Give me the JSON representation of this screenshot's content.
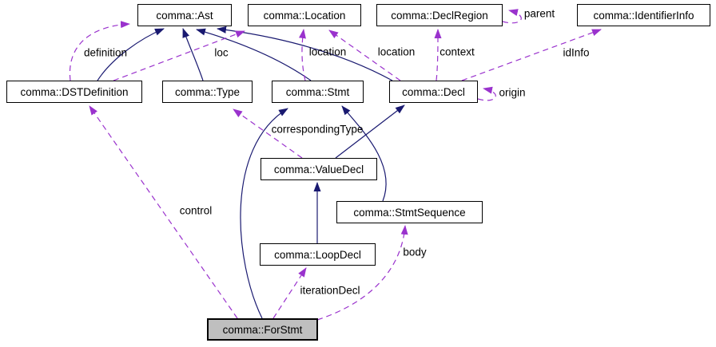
{
  "diagram": {
    "type": "class-collaboration-graph",
    "nodes": {
      "ast": {
        "label": "comma::Ast"
      },
      "location": {
        "label": "comma::Location"
      },
      "declregion": {
        "label": "comma::DeclRegion"
      },
      "identifierinfo": {
        "label": "comma::IdentifierInfo"
      },
      "dstdefinition": {
        "label": "comma::DSTDefinition"
      },
      "type": {
        "label": "comma::Type"
      },
      "stmt": {
        "label": "comma::Stmt"
      },
      "decl": {
        "label": "comma::Decl"
      },
      "valuedecl": {
        "label": "comma::ValueDecl"
      },
      "stmtsequence": {
        "label": "comma::StmtSequence"
      },
      "loopdecl": {
        "label": "comma::LoopDecl"
      },
      "forstmt": {
        "label": "comma::ForStmt"
      }
    },
    "edge_labels": {
      "definition": "definition",
      "loc": "loc",
      "location_stmt": "location",
      "location_decl": "location",
      "context": "context",
      "parent": "parent",
      "idinfo": "idInfo",
      "origin": "origin",
      "correspondingtype": "correspondingType",
      "control": "control",
      "body": "body",
      "iterationdecl": "iterationDecl"
    },
    "colors": {
      "inheritance_edge": "#191970",
      "usage_edge": "#9a32cd",
      "node_fill": "#ffffff",
      "node_border": "#000000",
      "highlight_node_fill": "#bfbfbf"
    }
  }
}
